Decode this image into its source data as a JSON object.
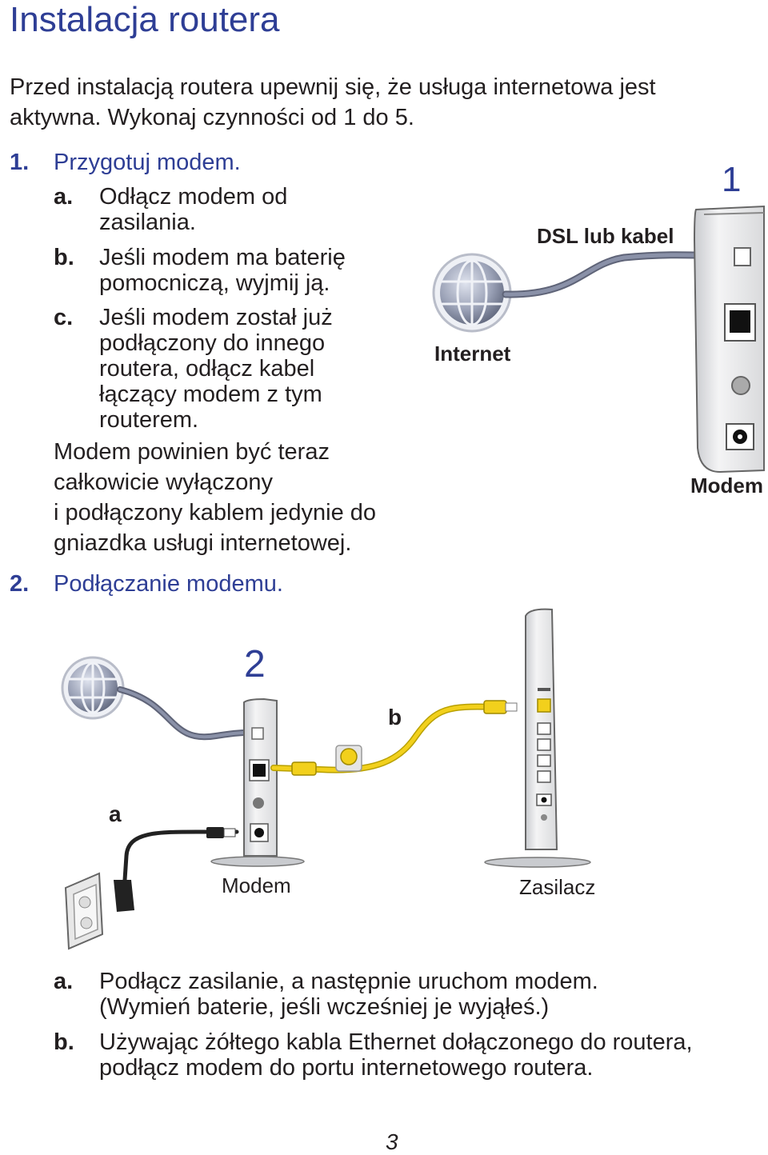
{
  "page": {
    "title": "Instalacja routera",
    "intro_line1": "Przed instalacją routera upewnij się, że usługa internetowa jest",
    "intro_line2": "aktywna. Wykonaj czynności od 1 do 5.",
    "page_number": "3"
  },
  "step1": {
    "number": "1.",
    "heading": "Przygotuj modem.",
    "items": [
      {
        "letter": "a.",
        "lines": [
          "Odłącz modem od",
          "zasilania."
        ]
      },
      {
        "letter": "b.",
        "lines": [
          "Jeśli modem ma baterię",
          "pomocniczą, wyjmij ją."
        ]
      },
      {
        "letter": "c.",
        "lines": [
          "Jeśli modem został już",
          "podłączony do innego",
          "routera, odłącz kabel",
          "łączący modem z tym",
          "routerem."
        ]
      }
    ],
    "note_lines": [
      "Modem powinien być teraz",
      "całkowicie wyłączony",
      "i podłączony kablem jedynie do",
      "gniazdka usługi internetowej."
    ]
  },
  "step2": {
    "number": "2.",
    "heading": "Podłączanie modemu.",
    "items": [
      {
        "letter": "a.",
        "lines": [
          "Podłącz zasilanie, a następnie uruchom modem.",
          "(Wymień baterie, jeśli wcześniej je wyjąłeś.)"
        ]
      },
      {
        "letter": "b.",
        "lines": [
          "Używając żółtego kabla Ethernet dołączonego do routera,",
          "podłącz modem do portu internetowego routera."
        ]
      }
    ]
  },
  "figure1": {
    "step_number": "1",
    "cable_label": "DSL lub kabel",
    "internet_label": "Internet",
    "modem_label": "Modem"
  },
  "figure2": {
    "step_number": "2",
    "label_a": "a",
    "label_b": "b",
    "modem_label": "Modem",
    "router_label": "Zasilacz"
  },
  "colors": {
    "heading_blue": "#2e3e95",
    "text": "#231f20",
    "ethernet_yellow": "#f2d01c",
    "cable_gray": "#8a91a8"
  }
}
